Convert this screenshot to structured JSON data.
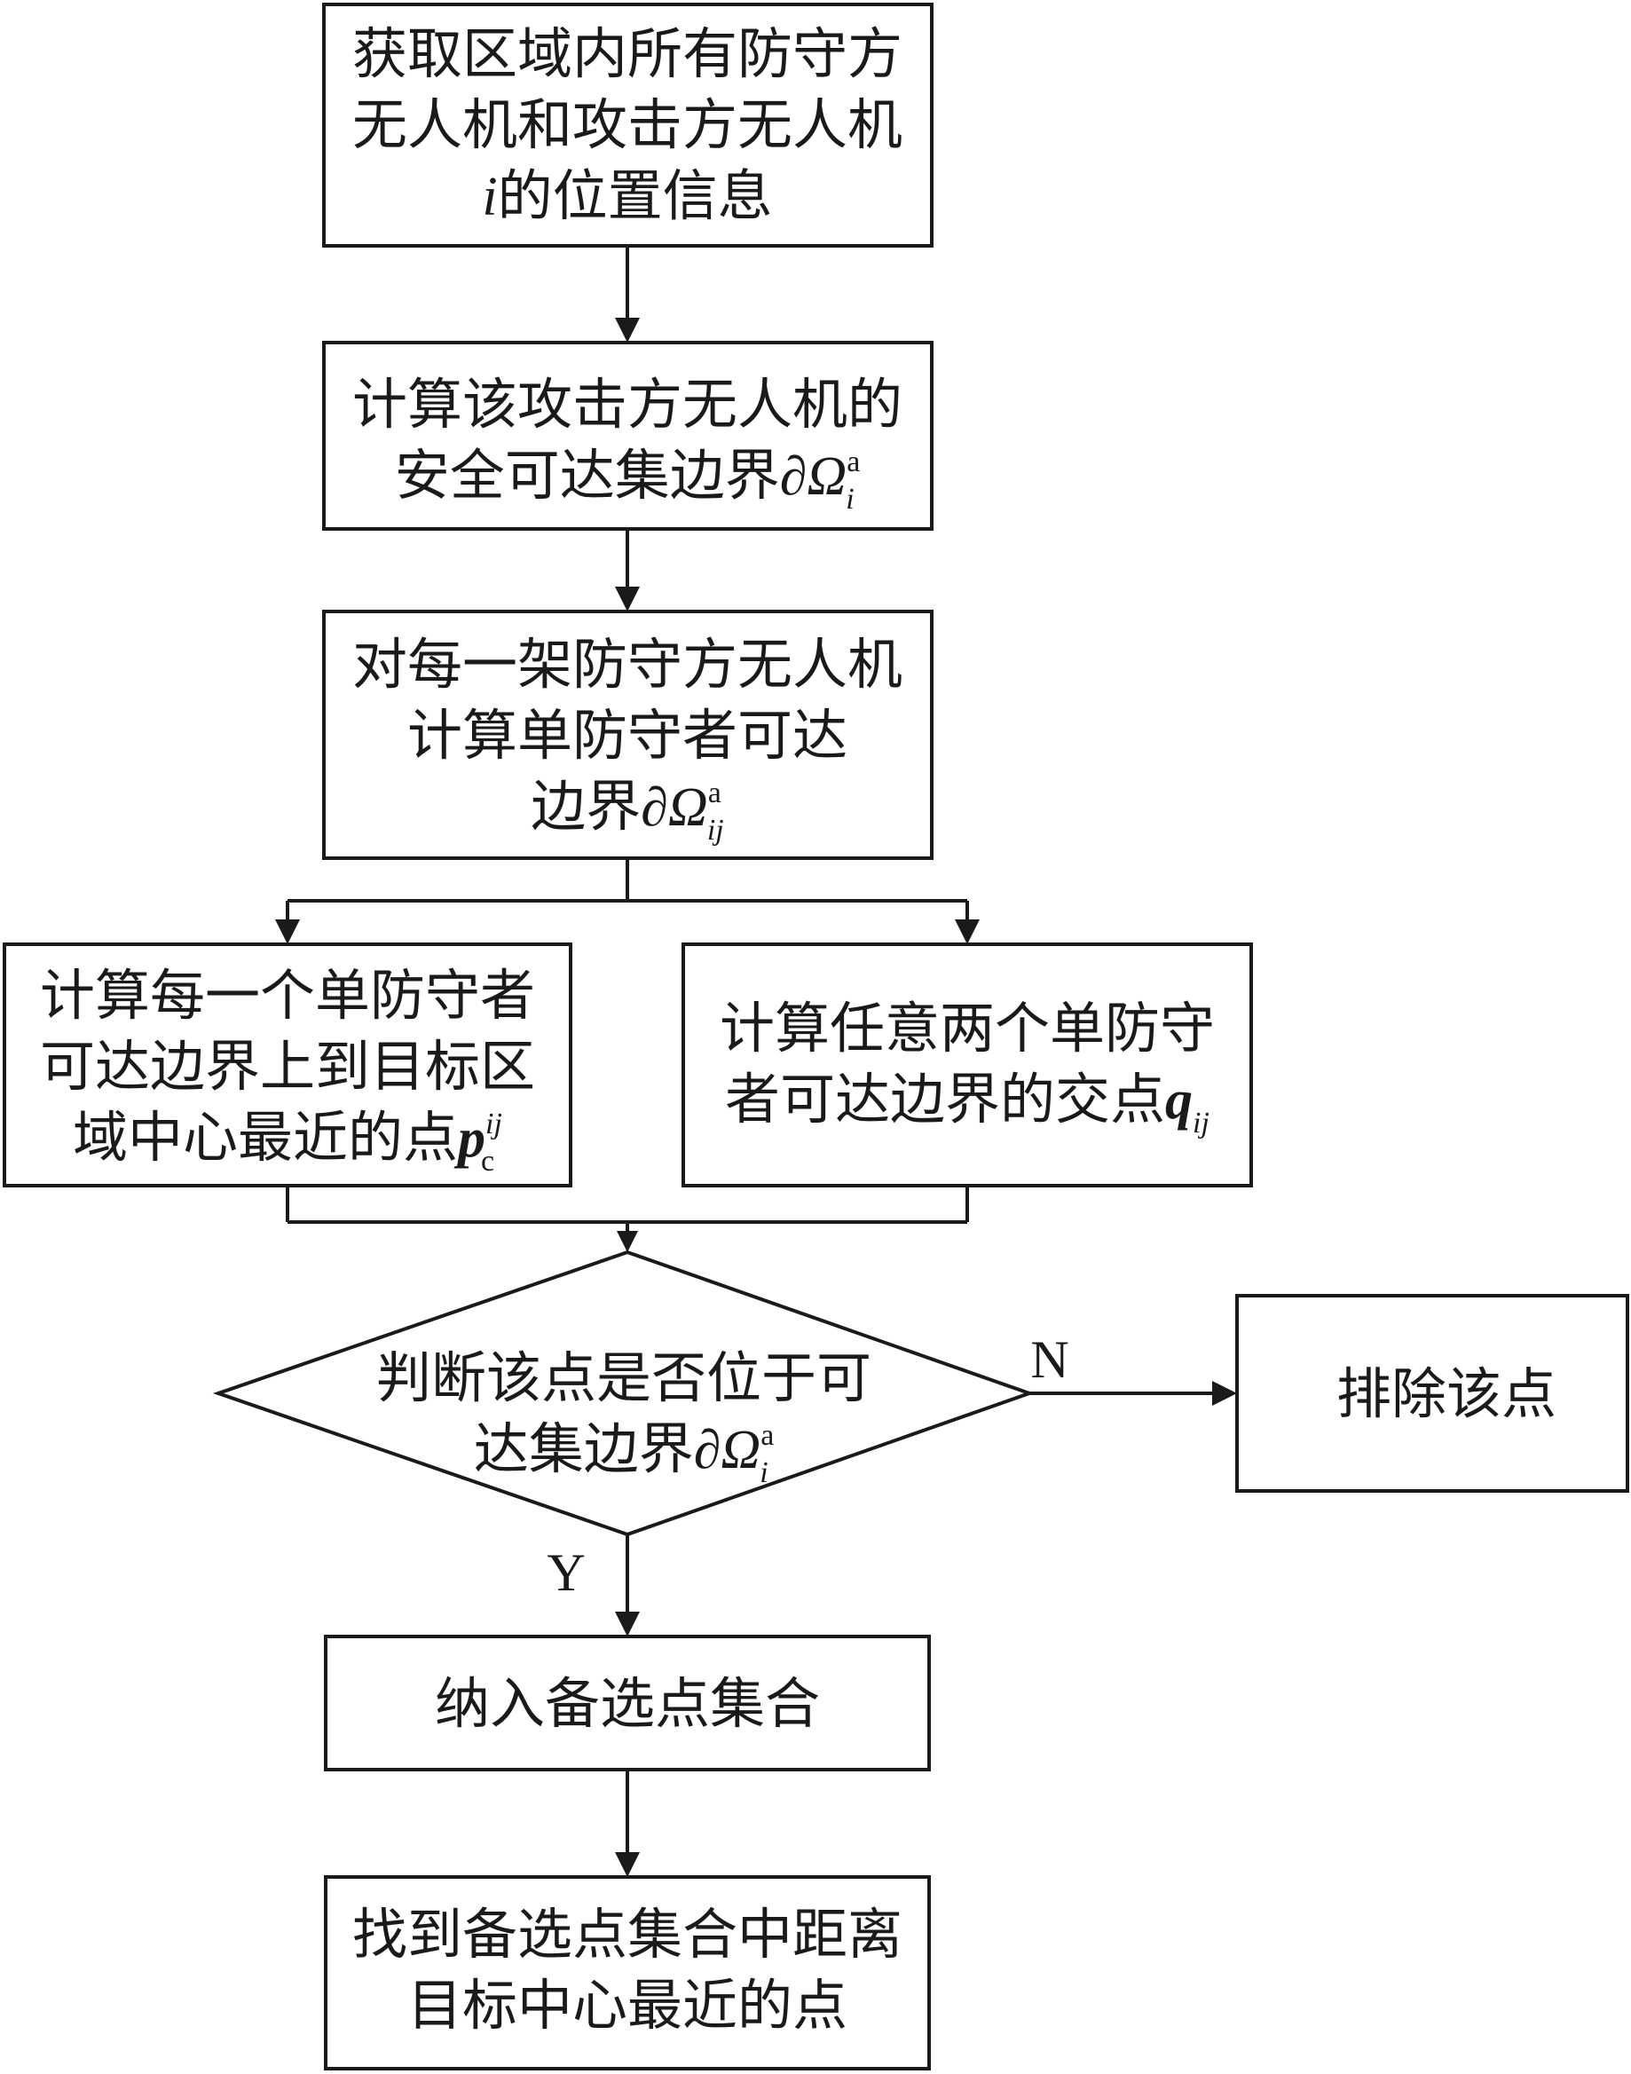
{
  "nodes": {
    "acquire": {
      "line1": "获取区域内所有防守方",
      "line2": "无人机和攻击方无人机",
      "line3_var": "i",
      "line3_text": "的位置信息"
    },
    "safe_boundary": {
      "line1": "计算该攻击方无人机的",
      "line2": "安全可达集边界",
      "symbol": "∂Ω",
      "sup": "a",
      "sub": "i"
    },
    "single_defender": {
      "line1": "对每一架防守方无人机",
      "line2": "计算单防守者可达",
      "line3": "边界",
      "symbol": "∂Ω",
      "sup": "a",
      "sub": "ij"
    },
    "nearest_point": {
      "line1": "计算每一个单防守者",
      "line2": "可达边界上到目标区",
      "line3": "域中心最近的点",
      "var": "p",
      "sup": "ij",
      "sub": "c"
    },
    "intersection": {
      "line1": "计算任意两个单防守",
      "line2": "者可达边界的交点",
      "var": "q",
      "sub": "ij"
    },
    "decision": {
      "line1": "判断该点是否位于可",
      "line2": "达集边界",
      "symbol": "∂Ω",
      "sup": "a",
      "sub": "i"
    },
    "exclude": {
      "line1": "排除该点"
    },
    "include": {
      "line1": "纳入备选点集合"
    },
    "find": {
      "line1": "找到备选点集合中距离",
      "line2": "目标中心最近的点"
    }
  },
  "branches": {
    "no": "N",
    "yes": "Y"
  }
}
